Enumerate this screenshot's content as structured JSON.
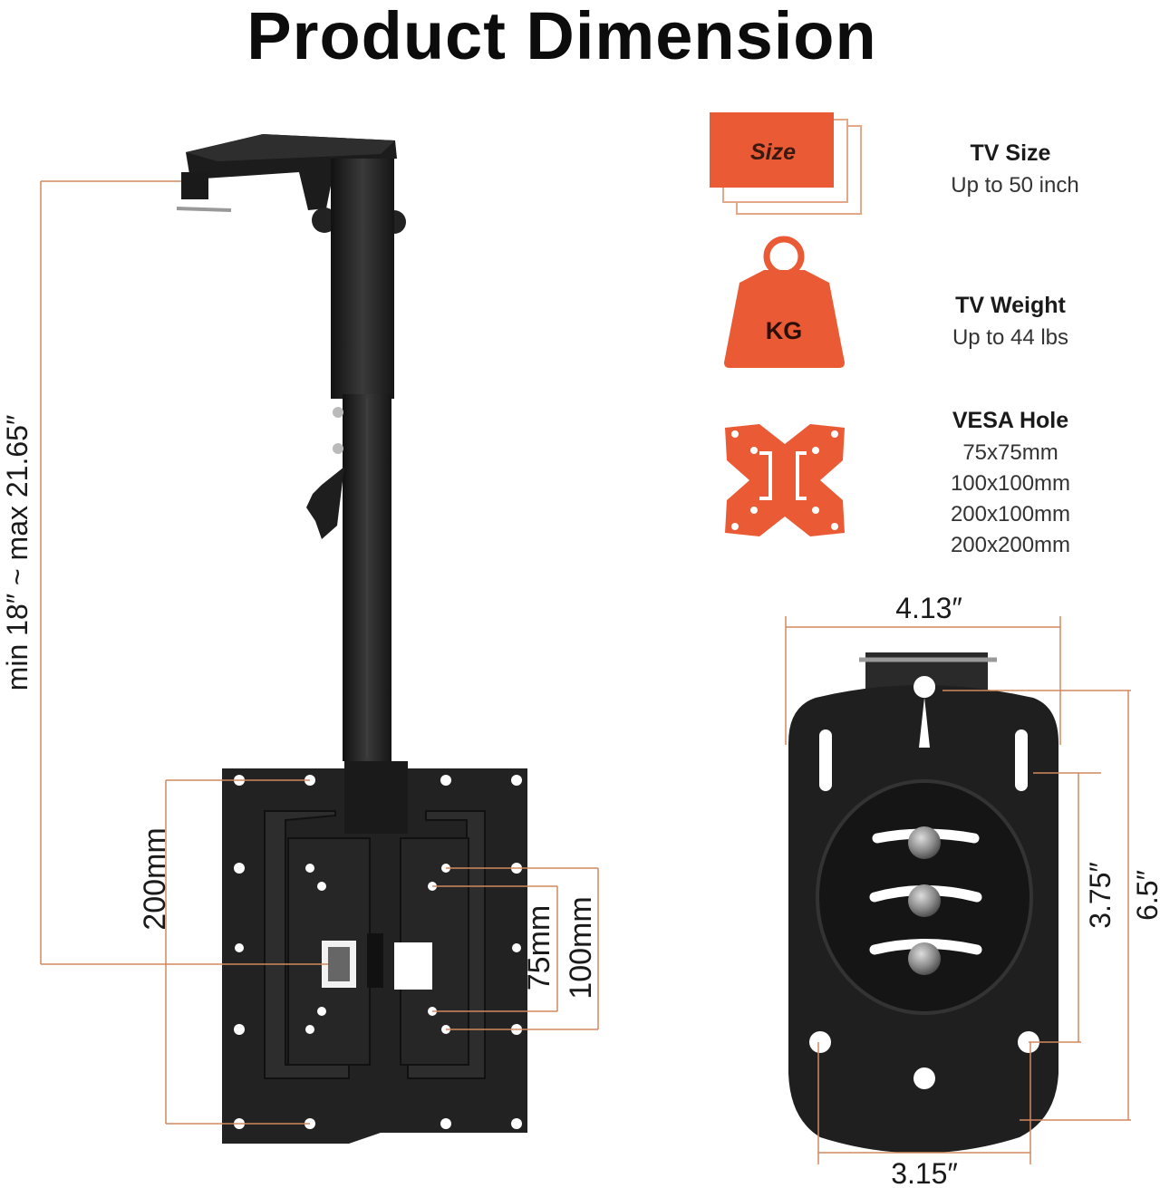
{
  "title": "Product Dimension",
  "colors": {
    "accent": "#ea5a34",
    "dimension_line": "#d4875f",
    "mount": "#2a2a2a"
  },
  "specs": {
    "size": {
      "icon_label": "Size",
      "title": "TV Size",
      "lines": [
        "Up to 50 inch"
      ]
    },
    "weight": {
      "icon_label": "KG",
      "title": "TV Weight",
      "lines": [
        "Up to 44 lbs"
      ]
    },
    "vesa": {
      "title": "VESA Hole",
      "lines": [
        "75x75mm",
        "100x100mm",
        "200x100mm",
        "200x200mm"
      ]
    }
  },
  "dimensions": {
    "height_range": "min 18″ ~ max 21.65″",
    "plate_200": "200mm",
    "plate_75": "75mm",
    "plate_100": "100mm",
    "top_width": "4.13″",
    "inner_height": "3.75″",
    "outer_height": "6.5″",
    "bottom_width": "3.15″"
  }
}
